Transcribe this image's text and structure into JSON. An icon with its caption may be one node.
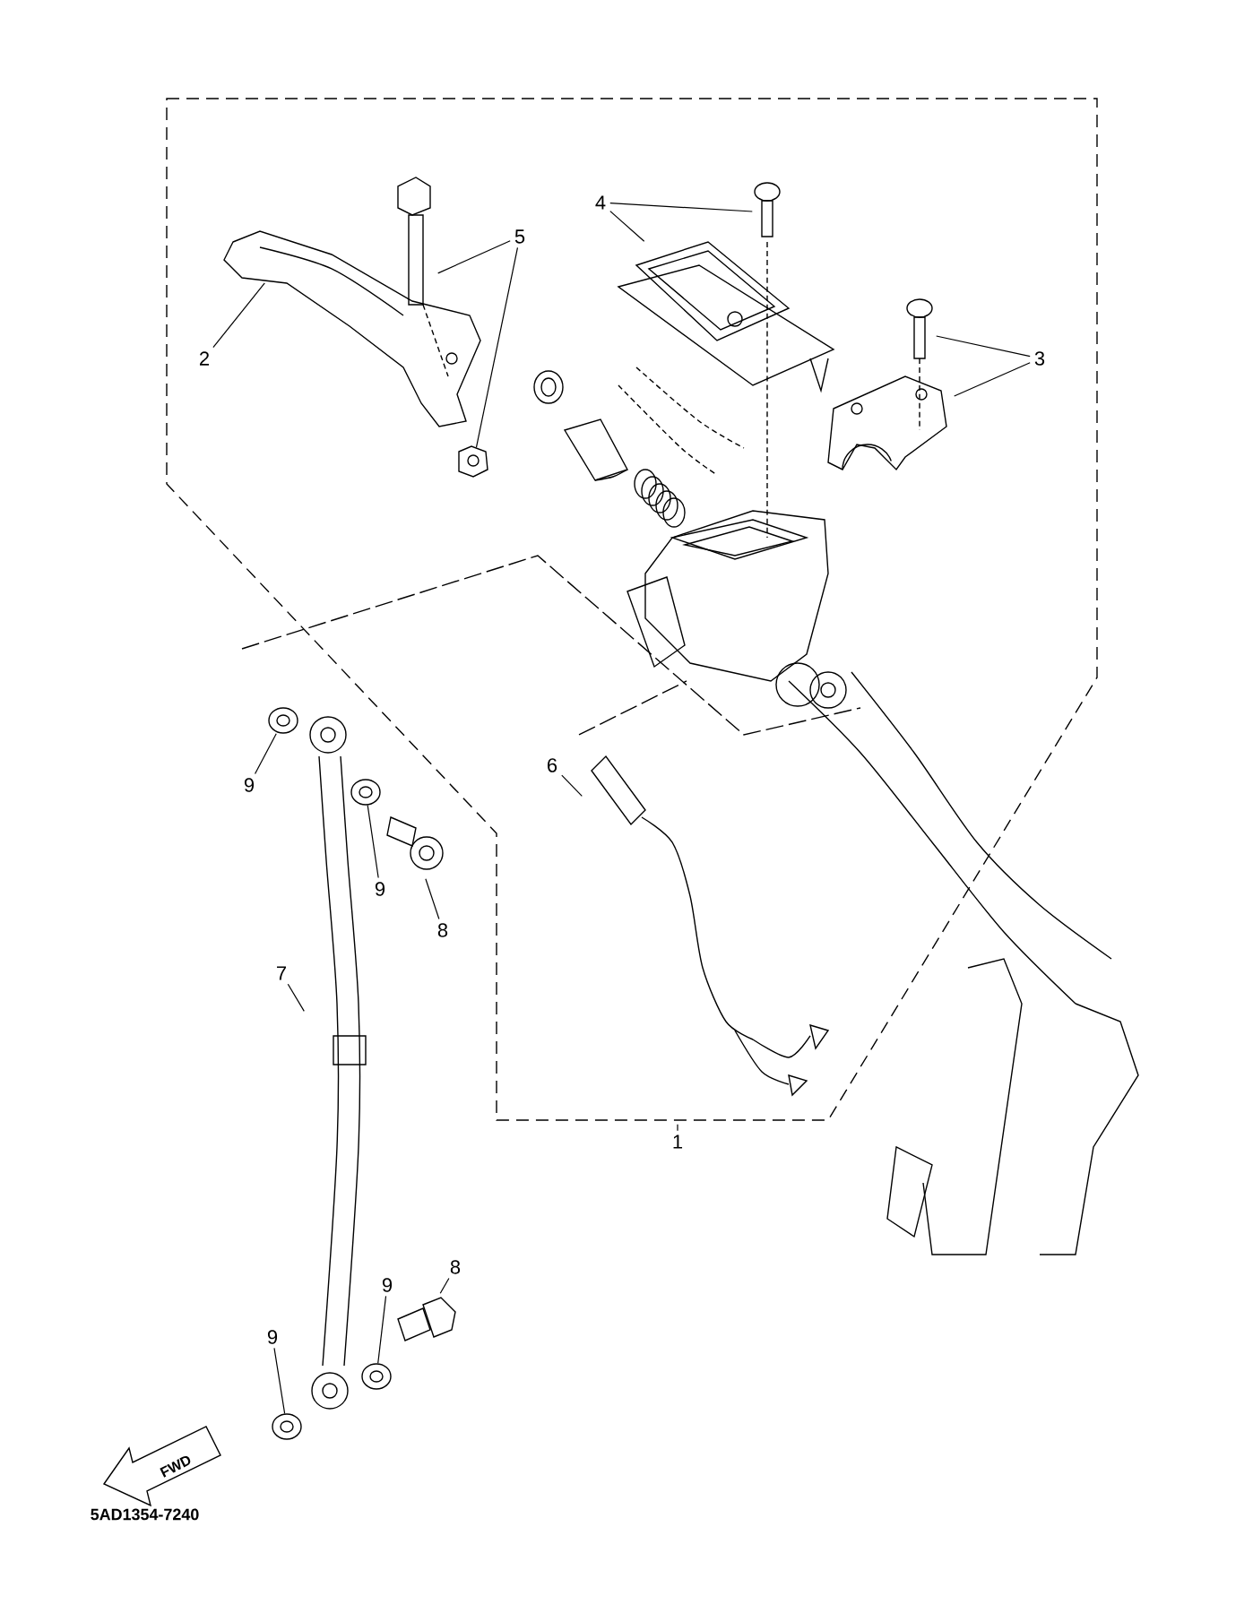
{
  "diagram": {
    "nodes": [
      {
        "text": [
          "1"
        ]
      },
      {
        "text": [],
        "shape": "box"
      },
      {
        "text": [
          "2"
        ],
        "in": 1
      },
      {
        "text": [],
        "shape": "picture",
        "in": 1
      },
      {
        "text": [
          "3"
        ],
        "in": 1
      },
      {
        "text": [],
        "shape": "picture",
        "in": 1
      },
      {
        "text": [],
        "shape": "picture",
        "in": 1
      },
      {
        "text": [
          "4"
        ],
        "in": 1
      },
      {
        "text": [],
        "shape": "picture",
        "in": 1
      },
      {
        "text": [],
        "shape": "picture",
        "in": 1
      },
      {
        "text": [
          "5"
        ],
        "in": 1
      },
      {
        "text": [],
        "shape": "picture",
        "in": 1
      },
      {
        "text": [],
        "shape": "picture",
        "in": 1
      },
      {
        "text": [
          "6"
        ],
        "in": 1
      },
      {
        "text": [],
        "shape": "picture",
        "in": 1
      },
      {
        "text": [
          "7"
        ]
      },
      {
        "text": [],
        "shape": "picture"
      },
      {
        "text": [
          "8"
        ]
      },
      {
        "text": [],
        "shape": "picture"
      },
      {
        "text": [
          "8"
        ]
      },
      {
        "text": [],
        "shape": "picture"
      },
      {
        "text": [
          "9"
        ]
      },
      {
        "text": [],
        "shape": "picture"
      },
      {
        "text": [
          "9"
        ]
      },
      {
        "text": [],
        "shape": "picture"
      },
      {
        "text": [
          "9"
        ]
      },
      {
        "text": [],
        "shape": "picture"
      },
      {
        "text": [
          "9"
        ]
      },
      {
        "text": [],
        "shape": "picture"
      }
    ],
    "edges": [
      {
        "from": 0,
        "to": 1,
        "arrow": "none"
      },
      {
        "from": 2,
        "to": 3,
        "arrow": "none"
      },
      {
        "from": 4,
        "to": 5,
        "arrow": "none"
      },
      {
        "from": 4,
        "to": 6,
        "arrow": "none"
      },
      {
        "from": 7,
        "to": 8,
        "arrow": "none"
      },
      {
        "from": 7,
        "to": 9,
        "arrow": "none"
      },
      {
        "from": 10,
        "to": 11,
        "arrow": "none"
      },
      {
        "from": 10,
        "to": 12,
        "arrow": "none"
      },
      {
        "from": 13,
        "to": 14,
        "arrow": "none"
      },
      {
        "from": 15,
        "to": 16,
        "arrow": "none"
      },
      {
        "from": 17,
        "to": 18,
        "arrow": "none"
      },
      {
        "from": 19,
        "to": 20,
        "arrow": "none"
      },
      {
        "from": 21,
        "to": 22,
        "arrow": "none"
      },
      {
        "from": 23,
        "to": 24,
        "arrow": "none"
      },
      {
        "from": 25,
        "to": 26,
        "arrow": "none"
      },
      {
        "from": 27,
        "to": 28,
        "arrow": "none"
      }
    ],
    "labels": [
      "FWD",
      "5AD1354-7240"
    ]
  }
}
